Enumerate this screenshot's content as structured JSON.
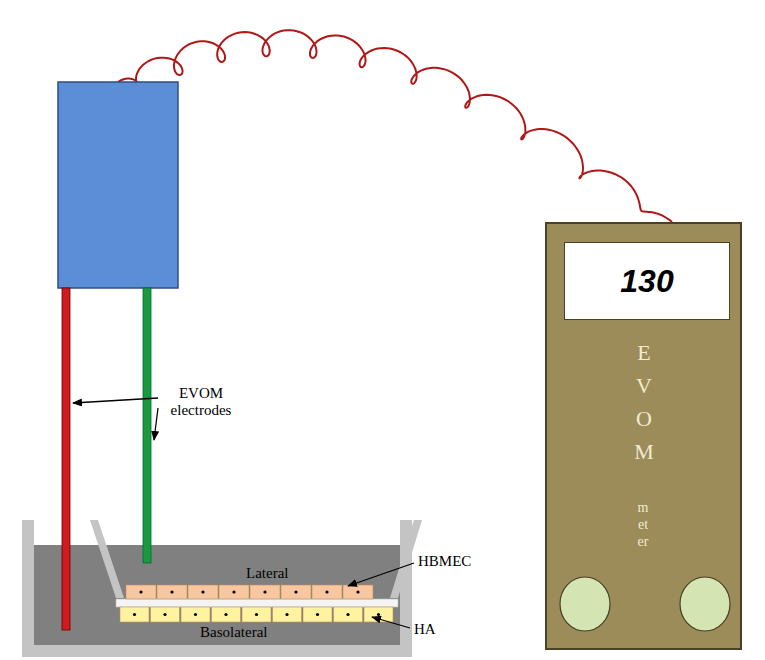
{
  "diagram": {
    "nodes": [
      {
        "text": [
          "EVOM",
          "meter"
        ]
      },
      {
        "text": [
          "130"
        ],
        "in": 0
      }
    ],
    "labels": [
      "EVOM electrodes",
      "HBMEC",
      "Lateral",
      "Basolateral",
      "HA"
    ]
  }
}
